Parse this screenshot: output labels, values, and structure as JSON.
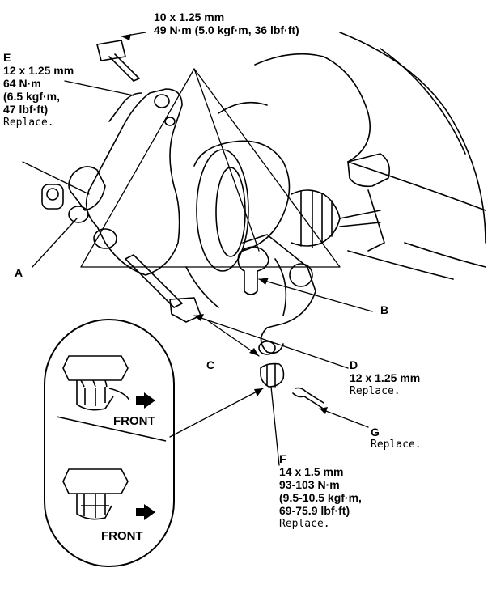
{
  "callouts": {
    "top_bolt": {
      "line1": "10 x 1.25 mm",
      "line2": "49 N·m (5.0 kgf·m, 36 lbf·ft)"
    },
    "E": {
      "letter": "E",
      "line1": "12 x 1.25 mm",
      "line2": "64 N·m",
      "line3": "(6.5 kgf·m,",
      "line4": "47 lbf·ft)",
      "note": "Replace."
    },
    "A": {
      "letter": "A"
    },
    "B": {
      "letter": "B"
    },
    "C": {
      "letter": "C"
    },
    "D": {
      "letter": "D",
      "line1": "12 x 1.25 mm",
      "note": "Replace."
    },
    "G": {
      "letter": "G",
      "note": "Replace."
    },
    "F": {
      "letter": "F",
      "line1": "14 x 1.5 mm",
      "line2": "93-103 N·m",
      "line3": "(9.5-10.5 kgf·m,",
      "line4": "69-75.9 lbf·ft)",
      "note": "Replace."
    }
  },
  "inset": {
    "top_label": "FRONT",
    "bottom_label": "FRONT"
  }
}
